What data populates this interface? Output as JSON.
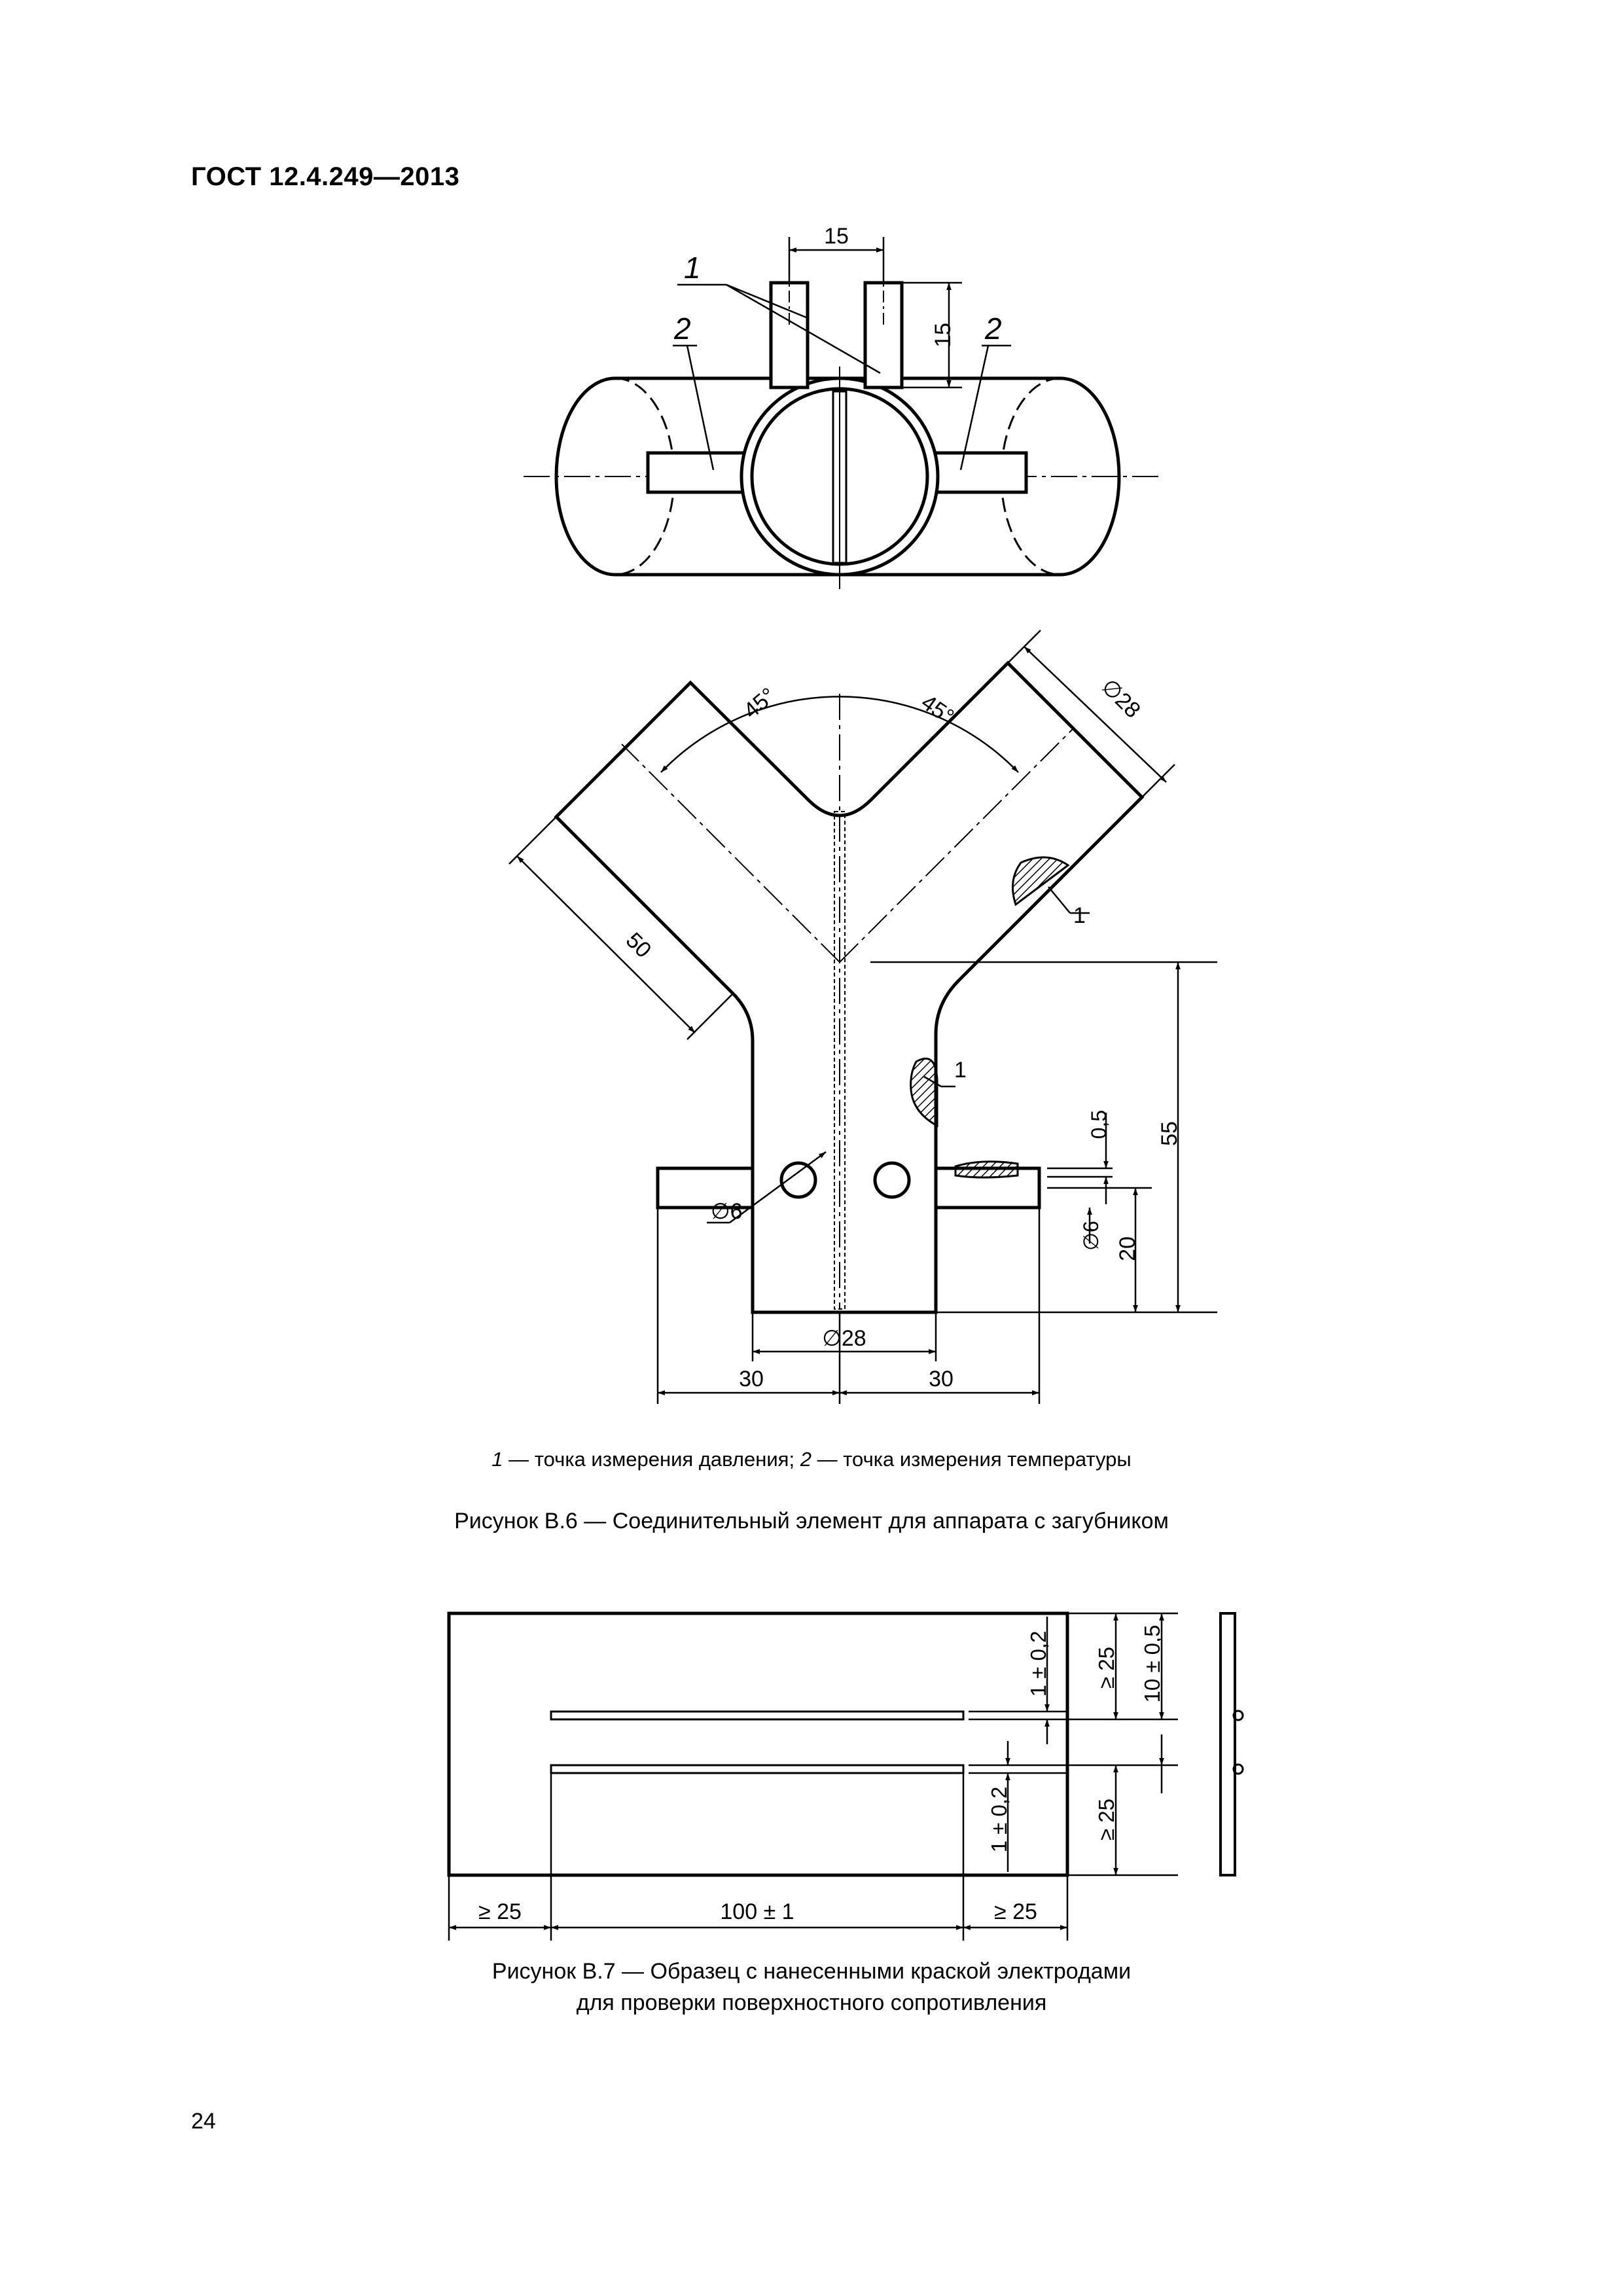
{
  "header": {
    "standard": "ГОСТ 12.4.249—2013"
  },
  "figure_b6": {
    "top_view": {
      "dim_15_h": "15",
      "dim_15_v": "15",
      "leader_1": "1",
      "leader_2_left": "2",
      "leader_2_right": "2"
    },
    "front_view": {
      "angle_left": "45°",
      "angle_right": "45°",
      "dia_28_top": "∅28",
      "dim_50": "50",
      "leader_1_upper": "1",
      "leader_1_lower": "1",
      "dim_55": "55",
      "dim_0_5": "0,5",
      "dia_6_left": "∅6",
      "dia_6_right": "∅6",
      "dim_20": "20",
      "dia_28_bottom": "∅28",
      "dim_30_left": "30",
      "dim_30_right": "30"
    },
    "legend": {
      "item1_num": "1",
      "item1_text": " — точка измерения давления; ",
      "item2_num": "2",
      "item2_text": " — точка измерения температуры"
    },
    "caption": "Рисунок В.6 — Соединительный элемент для аппарата с загубником"
  },
  "figure_b7": {
    "dim_gap_top": "1 ± 0,2",
    "dim_gap_bottom": "1 ± 0,2",
    "dim_ge25_top": "≥ 25",
    "dim_10": "10 ± 0,5",
    "dim_ge25_bottom": "≥ 25",
    "dim_ge25_left": "≥ 25",
    "dim_100": "100 ± 1",
    "dim_ge25_right": "≥ 25",
    "caption_line1": "Рисунок В.7 — Образец с нанесенными краской электродами",
    "caption_line2": "для проверки поверхностного сопротивления"
  },
  "footer": {
    "page_number": "24"
  }
}
